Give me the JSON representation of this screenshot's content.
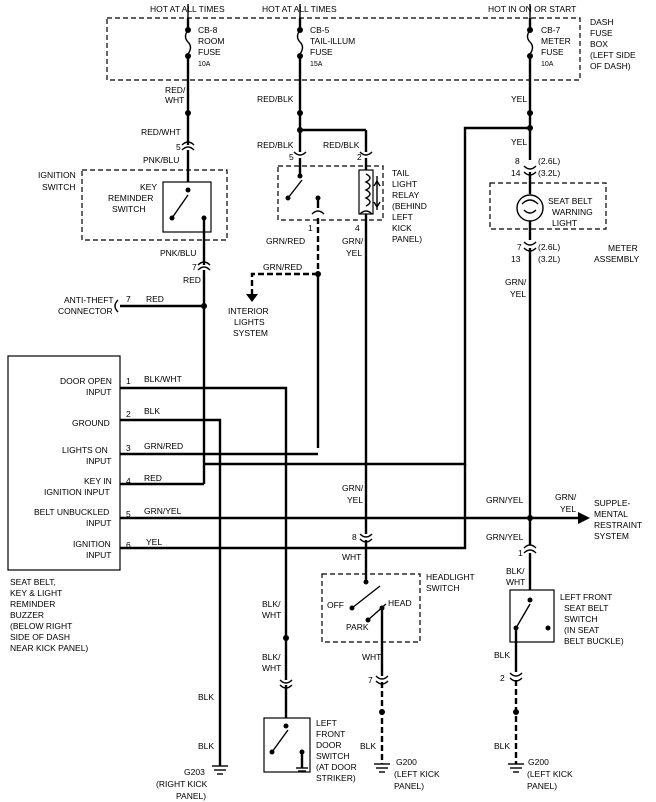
{
  "fuse_box": {
    "hot1": "HOT AT ALL TIMES",
    "hot2": "HOT AT ALL TIMES",
    "hot3": "HOT IN ON OR START",
    "cb8": [
      "CB-8",
      "ROOM",
      "FUSE",
      "10A"
    ],
    "cb5": [
      "CB-5",
      "TAIL-ILLUM",
      "FUSE",
      "15A"
    ],
    "cb7": [
      "CB-7",
      "METER",
      "FUSE",
      "10A"
    ],
    "label": [
      "DASH",
      "FUSE",
      "BOX",
      "(LEFT SIDE",
      "OF DASH)"
    ]
  },
  "wires": {
    "red_wht": "RED/\nWHT",
    "red_wht2": "RED/WHT",
    "red_blk1": "RED/BLK",
    "red_blk2": "RED/BLK",
    "red_blk3": "RED/BLK",
    "yel1": "YEL",
    "yel2": "YEL",
    "pnk_blu1": "PNK/BLU",
    "pnk_blu2": "PNK/BLU",
    "red1": "RED",
    "red2": "RED",
    "red3": "RED",
    "grn_red1": "GRN/RED",
    "grn_red2": "GRN/RED",
    "grn_red3": "GRN/RED",
    "grn_yel": "GRN/",
    "yel_after": "YEL",
    "blk_wht1": "BLK/WHT",
    "blk1": "BLK",
    "grn_yel2": "GRN/YEL",
    "yel3": "YEL",
    "grn_yel_mid1": "GRN/",
    "grn_yel_mid2": "YEL",
    "grn_yel_meter1": "GRN/",
    "grn_yel_meter2": "YEL",
    "grn_yel_j": "GRN/YEL",
    "grn_yel_r1": "GRN/",
    "grn_yel_r2": "YEL",
    "grn_yel_down": "GRN/YEL",
    "blk_wht_sw1": "BLK/",
    "blk_wht_sw2": "WHT",
    "wht1": "WHT",
    "wht2": "WHT",
    "blk_wht_d1": "BLK/",
    "blk_wht_d2": "WHT",
    "blk_wht_d3": "BLK/",
    "blk_wht_d4": "WHT",
    "blk_g203a": "BLK",
    "blk_g203b": "BLK",
    "blk_sb1": "BLK",
    "blk_sb2": "BLK",
    "blk_hl": "BLK"
  },
  "pins": {
    "p5a": "5",
    "p2a": "2",
    "p5b": "5",
    "p1a": "1",
    "p4a": "4",
    "p7a": "7",
    "p7b": "7",
    "p8a": "8",
    "p14": "14",
    "p7c": "7",
    "p13": "13",
    "p8b": "8",
    "p7d": "7",
    "p1b": "1",
    "p2b": "2",
    "b1": "1",
    "b2": "2",
    "b3": "3",
    "b4": "4",
    "b5": "5",
    "b6": "6"
  },
  "variants": {
    "v1": "(2.6L)",
    "v2": "(3.2L)",
    "v3": "(2.6L)",
    "v4": "(3.2L)"
  },
  "components": {
    "ignition_switch": [
      "IGNITION",
      "SWITCH"
    ],
    "key_reminder": [
      "KEY",
      "REMINDER",
      "SWITCH"
    ],
    "tail_relay": [
      "TAIL",
      "LIGHT",
      "RELAY",
      "(BEHIND",
      "LEFT",
      "KICK",
      "PANEL)"
    ],
    "seat_belt_light": [
      "SEAT BELT",
      "WARNING",
      "LIGHT"
    ],
    "meter_assembly": [
      "METER",
      "ASSEMBLY"
    ],
    "anti_theft": [
      "ANTI-THEFT",
      "CONNECTOR"
    ],
    "interior_lights": [
      "INTERIOR",
      "LIGHTS",
      "SYSTEM"
    ],
    "buzzer_inputs": [
      "DOOR OPEN",
      "INPUT",
      "GROUND",
      "LIGHTS ON",
      "INPUT",
      "KEY IN",
      "IGNITION INPUT",
      "BELT UNBUCKLED",
      "INPUT",
      "IGNITION",
      "INPUT"
    ],
    "buzzer_label": [
      "SEAT BELT,",
      "KEY & LIGHT",
      "REMINDER",
      "BUZZER",
      "(BELOW RIGHT",
      "SIDE OF DASH",
      "NEAR KICK PANEL)"
    ],
    "srs": [
      "SUPPLE-",
      "MENTAL",
      "RESTRAINT",
      "SYSTEM"
    ],
    "headlight_switch": [
      "HEADLIGHT",
      "SWITCH"
    ],
    "hl_off": "OFF",
    "hl_head": "HEAD",
    "hl_park": "PARK",
    "seat_belt_switch": [
      "LEFT FRONT",
      "SEAT BELT",
      "SWITCH",
      "(IN SEAT",
      "BELT BUCKLE)"
    ],
    "door_switch": [
      "LEFT",
      "FRONT",
      "DOOR",
      "SWITCH",
      "(AT DOOR",
      "STRIKER)"
    ],
    "g203": [
      "G203",
      "(RIGHT KICK",
      "PANEL)"
    ],
    "g200a": [
      "G200",
      "(LEFT KICK",
      "PANEL)"
    ],
    "g200b": [
      "G200",
      "(LEFT KICK",
      "PANEL)"
    ]
  }
}
